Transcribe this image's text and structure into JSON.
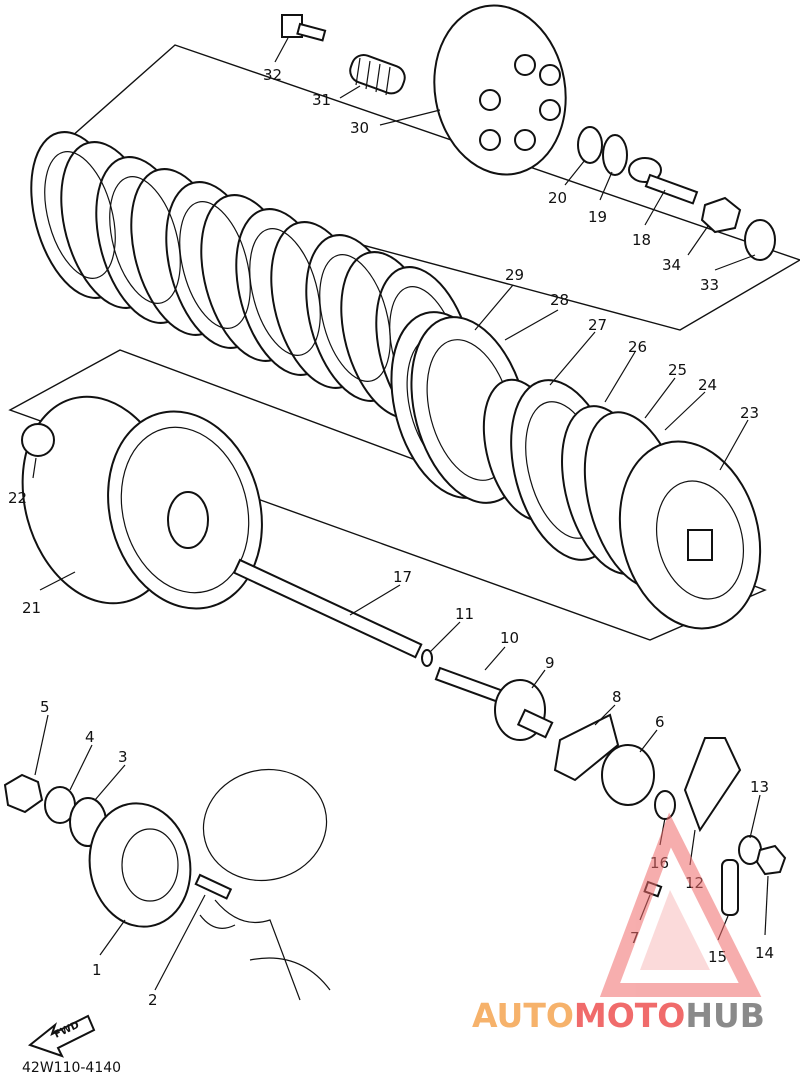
{
  "diagram": {
    "code": "42W110-4140",
    "direction_label": "FWD",
    "labels": [
      "32",
      "31",
      "30",
      "20",
      "19",
      "18",
      "34",
      "33",
      "29",
      "28",
      "27",
      "26",
      "25",
      "24",
      "23",
      "22",
      "21",
      "17",
      "11",
      "10",
      "9",
      "8",
      "6",
      "13",
      "5",
      "4",
      "3",
      "16",
      "12",
      "7",
      "14",
      "15",
      "1",
      "2"
    ]
  },
  "watermark": {
    "part1": "AUTO",
    "part2": "MOTO",
    "part3": "HUB",
    "color_orange": "#f6b26b",
    "color_red": "#f06b6b",
    "color_gray": "#8a8a8a"
  },
  "icons": [
    "fwd-arrow-icon",
    "watermark-triangle-icon"
  ]
}
